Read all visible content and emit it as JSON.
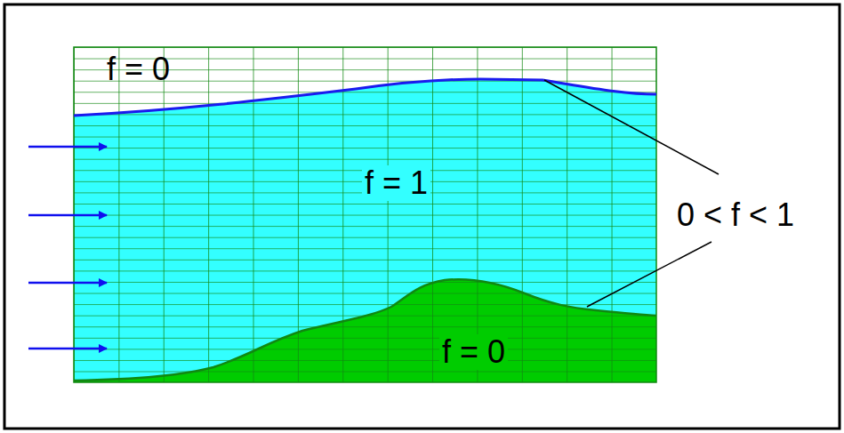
{
  "diagram": {
    "labels": [
      "f = 0",
      "f = 1",
      "0 < f < 1",
      "f = 0"
    ]
  }
}
